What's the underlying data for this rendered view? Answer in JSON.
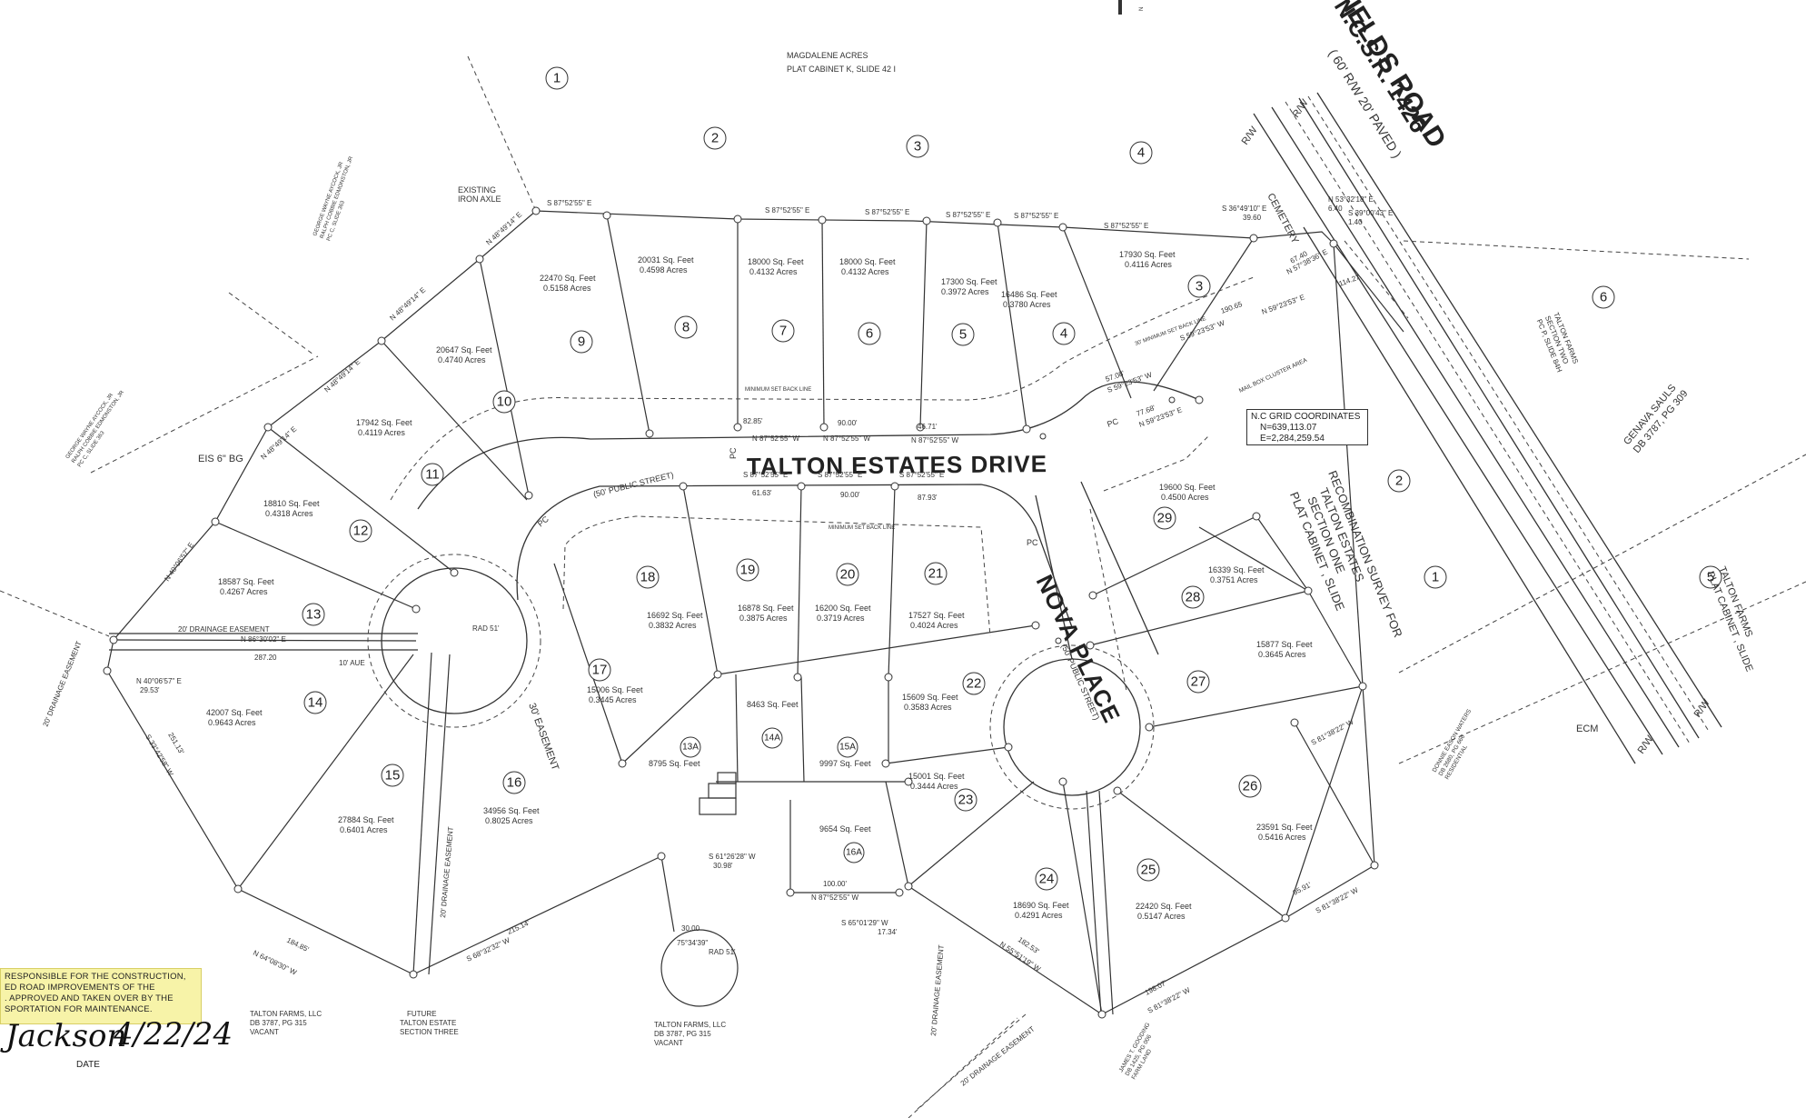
{
  "adjoining": {
    "magdalene_1": "MAGDALENE ACRES",
    "magdalene_2": "PLAT CABINET K, SLIDE 42 I",
    "genava_1": "GENAVA SAULS",
    "genava_2": "DB 3787, PG 309",
    "talton_farms_1": "TALTON FARMS",
    "talton_farms_2": "PLAT CABINET , SLIDE",
    "talton_sec2_1": "TALTON FARMS",
    "talton_sec2_2": "SECTION TWO",
    "talton_sec2_3": "PC P, SLIDE 84H",
    "tf_llc_a_1": "TALTON FARMS, LLC",
    "tf_llc_a_2": "DB 3787, PG 315",
    "tf_llc_a_3": "VACANT",
    "future_1": "FUTURE",
    "future_2": "TALTON ESTATE",
    "future_3": "SECTION THREE",
    "tf_llc_b_1": "TALTON FARMS, LLC",
    "tf_llc_b_2": "DB 3787, PG 315",
    "tf_llc_b_3": "VACANT",
    "atcock_1": "GEORGE WAYNE AYCOCK, JR",
    "atcock_2": "RALPH COBBIE EDMONSTON, JR",
    "atcock_3": "PC C, SLIDE 363",
    "goodwin_1": "JAMES T. GOODING",
    "goodwin_2": "DB 1425, PG 006",
    "goodwin_3": "FARM LAND",
    "waters_1": "DONNIE EASON WATERS",
    "waters_2": "DB 2680, PG 666",
    "waters_3": "RESIDENTIAL"
  },
  "roads": {
    "highway_name": "IELDS ROAD",
    "highway_route": "N.C.S.R. 1426",
    "highway_rw": "( 60' R/W  20' PAVED )",
    "talton_drive": "TALTON ESTATES DRIVE",
    "talton_drive_width": "(50' PUBLIC STREET)",
    "nova_place": "NOVA PLACE",
    "nova_place_width": "(50' PUBLIC STREET)"
  },
  "adjacent_numbers": [
    "1",
    "2",
    "3",
    "4",
    "5",
    "6",
    "1",
    "2"
  ],
  "lots": [
    {
      "num": "3",
      "sqft": "17930 Sq. Feet",
      "acres": "0.4116 Acres"
    },
    {
      "num": "4",
      "sqft": "16486 Sq. Feet",
      "acres": "0.3780 Acres"
    },
    {
      "num": "5",
      "sqft": "17300 Sq. Feet",
      "acres": "0.3972 Acres"
    },
    {
      "num": "6",
      "sqft": "18000 Sq. Feet",
      "acres": "0.4132 Acres"
    },
    {
      "num": "7",
      "sqft": "18000 Sq. Feet",
      "acres": "0.4132 Acres"
    },
    {
      "num": "8",
      "sqft": "20031 Sq. Feet",
      "acres": "0.4598 Acres"
    },
    {
      "num": "9",
      "sqft": "22470 Sq. Feet",
      "acres": "0.5158 Acres"
    },
    {
      "num": "10",
      "sqft": "20647 Sq. Feet",
      "acres": "0.4740 Acres"
    },
    {
      "num": "11",
      "sqft": "17942 Sq. Feet",
      "acres": "0.4119 Acres"
    },
    {
      "num": "12",
      "sqft": "18810 Sq. Feet",
      "acres": "0.4318 Acres"
    },
    {
      "num": "13",
      "sqft": "18587 Sq. Feet",
      "acres": "0.4267 Acres"
    },
    {
      "num": "14",
      "sqft": "42007 Sq. Feet",
      "acres": "0.9643 Acres"
    },
    {
      "num": "15",
      "sqft": "27884 Sq. Feet",
      "acres": "0.6401 Acres"
    },
    {
      "num": "16",
      "sqft": "34956 Sq. Feet",
      "acres": "0.8025 Acres"
    },
    {
      "num": "17",
      "sqft": "15006 Sq. Feet",
      "acres": "0.3445 Acres"
    },
    {
      "num": "18",
      "sqft": "16692 Sq. Feet",
      "acres": "0.3832 Acres"
    },
    {
      "num": "19",
      "sqft": "16878 Sq. Feet",
      "acres": "0.3875 Acres"
    },
    {
      "num": "20",
      "sqft": "16200 Sq. Feet",
      "acres": "0.3719 Acres"
    },
    {
      "num": "21",
      "sqft": "17527 Sq. Feet",
      "acres": "0.4024 Acres"
    },
    {
      "num": "22",
      "sqft": "15609 Sq. Feet",
      "acres": "0.3583 Acres"
    },
    {
      "num": "23",
      "sqft": "15001 Sq. Feet",
      "acres": "0.3444 Acres"
    },
    {
      "num": "24",
      "sqft": "18690 Sq. Feet",
      "acres": "0.4291 Acres"
    },
    {
      "num": "25",
      "sqft": "22420 Sq. Feet",
      "acres": "0.5147 Acres"
    },
    {
      "num": "26",
      "sqft": "23591 Sq. Feet",
      "acres": "0.5416 Acres"
    },
    {
      "num": "27",
      "sqft": "15877 Sq. Feet",
      "acres": "0.3645 Acres"
    },
    {
      "num": "28",
      "sqft": "16339 Sq. Feet",
      "acres": "0.3751 Acres"
    },
    {
      "num": "29",
      "sqft": "19600 Sq. Feet",
      "acres": "0.4500 Acres"
    },
    {
      "num": "13A",
      "sqft": "8795 Sq. Feet",
      "acres": ""
    },
    {
      "num": "14A",
      "sqft": "8463 Sq. Feet",
      "acres": ""
    },
    {
      "num": "15A",
      "sqft": "9997 Sq. Feet",
      "acres": ""
    },
    {
      "num": "16A",
      "sqft": "9654 Sq. Feet",
      "acres": ""
    }
  ],
  "bearings": {
    "top_line": "S 87°52'55\" E",
    "b_n48_1": "N 48°49'14\" E",
    "b_n48_2": "N 48°49'14\" E",
    "b_n48_3": "N 48°49'14\" E",
    "b_n48_4": "N 48°49'14\" E",
    "b_n40_1": "N 40°06'57\" E",
    "b_n40_2": "N 40°06'57\" E",
    "d_n40_2": "29.53'",
    "b_n86": "N 86°30'02\" E",
    "d_n86": "287.20",
    "b_s33": "S 33°42'58\" W",
    "d_s33": "251.13'",
    "b_n64": "N 64°08'30\" W",
    "d_n64": "184.85'",
    "b_s68": "S 68°32'32\" W",
    "d_s68": "215.14'",
    "b_s59_1": "S 59°23'53\" W",
    "d_s59_1": "190.65",
    "b_s59_2": "N 59°23'53\" E",
    "d_s59_2": "114.27",
    "b_s59_3": "S 59°23'53\" W",
    "d_s59_3": "57.08'",
    "b_n59": "N 59°23'53\" E",
    "d_n59": "77.68'",
    "b_s36": "S 36°49'10\" E",
    "d_s36": "39.60",
    "b_n53": "N 53°32'18\" E",
    "d_n53": "6.40",
    "b_s39": "S 39°00'43\" E",
    "d_s39": "1.40",
    "b_n57": "N 57°38'36\" E",
    "d_n57": "67.40",
    "b_s81_1": "S 81°38'22\" W",
    "b_s81_2": "S 81°38'22\" W",
    "d_s81_2": "95.91'",
    "b_s81_3": "S 81°38'22\" W",
    "d_s81_3": "198.07'",
    "b_n55": "N 55°51'19\" W",
    "d_n55": "182.53'",
    "b_s61": "S 61°26'28\" W",
    "d_s61": "30.98'",
    "b_s65": "S 65°01'29\" W",
    "d_s65": "17.34'",
    "b_n87_bottom": "N 87°52'55\" W",
    "d_n87_bottom": "100.00'",
    "b_n87_drive1": "N 87°52'55\" W",
    "b_n87_drive2": "N 87°52'55\" W",
    "b_n87_drive3": "N 87°52'55\" W",
    "d_drive3": "46.71'",
    "b_s87_d1": "S 87°52'55\" E",
    "b_s87_d2": "S 87°52'55\" E",
    "b_s87_d3": "S 87°52'55\" E",
    "d_s87_d3": "87.93'",
    "d_drive_a": "82.85'",
    "d_drive_b": "90.00'",
    "d_drive_c": "61.63'",
    "d_drive_d": "90.00'"
  },
  "labels": {
    "iron_axle_1": "EXISTING",
    "iron_axle_2": "IRON AXLE",
    "eis": "EIS 6\" BG",
    "drainage_20_a": "20' DRAINAGE EASEMENT",
    "drainage_20_b": "20' DRAINAGE EASEMENT",
    "drainage_20_c": "20' DRAINAGE EASEMENT",
    "drainage_20_d": "20' DRAINAGE EASEMENT",
    "drainage_20_e": "20' DRAINAGE EASEMENT",
    "aue_10": "10' AUE",
    "easement_30": "30' EASEMENT",
    "cemetery": "CEMETERY",
    "mailbox": "MAIL BOX CLUSTER AREA",
    "setback": "MINIMUM SET BACK LINE",
    "setback_30": "30' MINIMUM SET BACK LINE",
    "pc_a": "PC",
    "pc_b": "PC",
    "pc_c": "PC",
    "pc_d": "PC",
    "ecm": "ECM",
    "rw_a": "R/W",
    "rw_b": "R/W",
    "rw_c": "R/W",
    "rw_d": "R/W",
    "rad_a": "RAD 51'",
    "rad_b": "RAD 51'",
    "ang": "75°34'39\"",
    "dist_30": "30.00"
  },
  "grid_box": {
    "title": "N.C GRID COORDINATES",
    "n": "N=639,113.07",
    "e": "E=2,284,259.54"
  },
  "recombination": {
    "l1": "RECOMBINATION SURVEY FOR",
    "l2": "TALTON ESTATES",
    "l3": "SECTION ONE",
    "l4": "PLAT CABINET , SLIDE"
  },
  "note": {
    "l1": "RESPONSIBLE FOR THE CONSTRUCTION,",
    "l2": "ED ROAD IMPROVEMENTS OF THE",
    "l3": ". APPROVED AND TAKEN OVER BY THE",
    "l4": "SPORTATION FOR MAINTENANCE."
  },
  "signature": {
    "name": "Jackson",
    "date": "4/22/24",
    "date_label": "DATE"
  },
  "colors": {
    "note_bg": "#f7f3a8",
    "ink": "#333333"
  }
}
